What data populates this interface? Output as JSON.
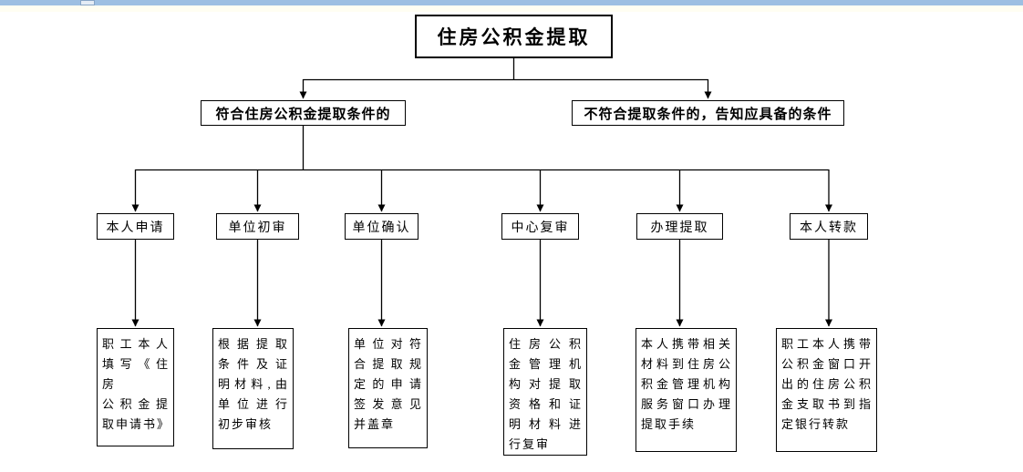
{
  "colors": {
    "background": "#ffffff",
    "top_strip": "#9dbfe2",
    "top_tab": "#e4ecf5",
    "cream_strip": "#fffef2",
    "line": "#000000",
    "node_border": "#000000",
    "node_fill": "#ffffff"
  },
  "diagram": {
    "title": "住房公积金提取",
    "branches": [
      {
        "label": "符合住房公积金提取条件的"
      },
      {
        "label": "不符合提取条件的，告知应具备的条件"
      }
    ],
    "steps": [
      {
        "label": "本人申请",
        "detail": "职工本人\n填写《住房\n公积金提\n取申请书》"
      },
      {
        "label": "单位初审",
        "detail": "根据提取\n条件及证\n明材料,由\n单位进行\n初步审核"
      },
      {
        "label": "单位确认",
        "detail": "单位对符\n合提取规\n定的申请\n签发意见\n并盖章"
      },
      {
        "label": "中心复审",
        "detail": "住房公积\n金管理机\n构对提取\n资格和证\n明材料进\n行复审"
      },
      {
        "label": "办理提取",
        "detail": "本人携带相关\n材料到住房公\n积金管理机构\n服务窗口办理\n提取手续"
      },
      {
        "label": "本人转款",
        "detail": "职工本人携带\n公积金窗口开\n出的住房公积\n金支取书到指\n定银行转款"
      }
    ]
  }
}
